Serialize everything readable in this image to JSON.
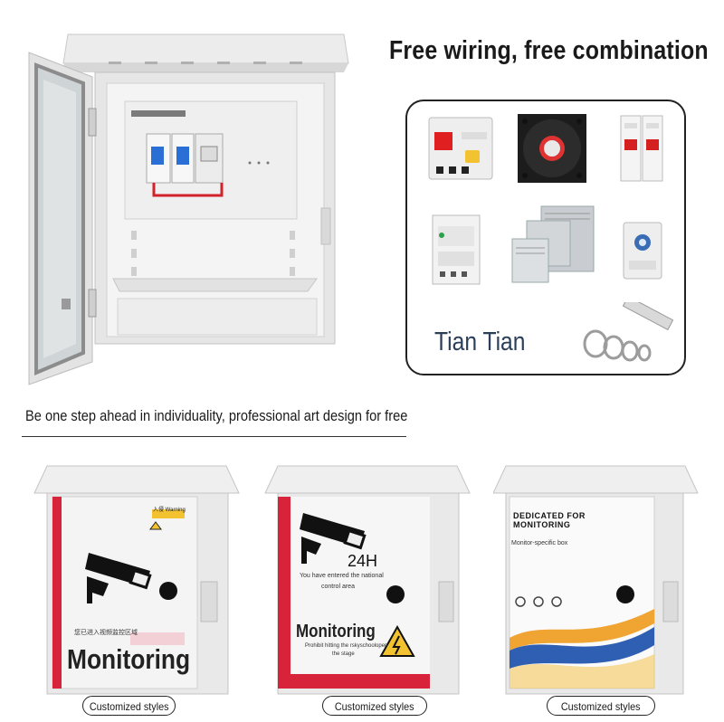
{
  "headline": "Free wiring, free combination",
  "watermark": "Tian Tian",
  "subline": "Be one step ahead in individuality, professional art design for free",
  "products": [
    {
      "pill": "Customized styles",
      "warning_tag": "入侵 Warning",
      "small_cn": "您已进入视频监控区域",
      "big": "Monitoring"
    },
    {
      "pill": "Customized styles",
      "tag_24h": "24H",
      "small_text": "You have entered the national",
      "small_text2": "control area",
      "big": "Monitoring",
      "tiny_text": "Prohibit hitting the rskyschoolopen",
      "tiny_text2": "the stage"
    },
    {
      "pill": "Customized styles",
      "title": "DEDICATED FOR MONITORING",
      "subtitle": "Monitor-specific box"
    }
  ],
  "colors": {
    "cabinet": "#e9e9e9",
    "accent_red": "#d8243a",
    "wave_blue": "#2f5fb3",
    "wave_orange": "#f0a432",
    "watermark": "#2b3e5a"
  }
}
